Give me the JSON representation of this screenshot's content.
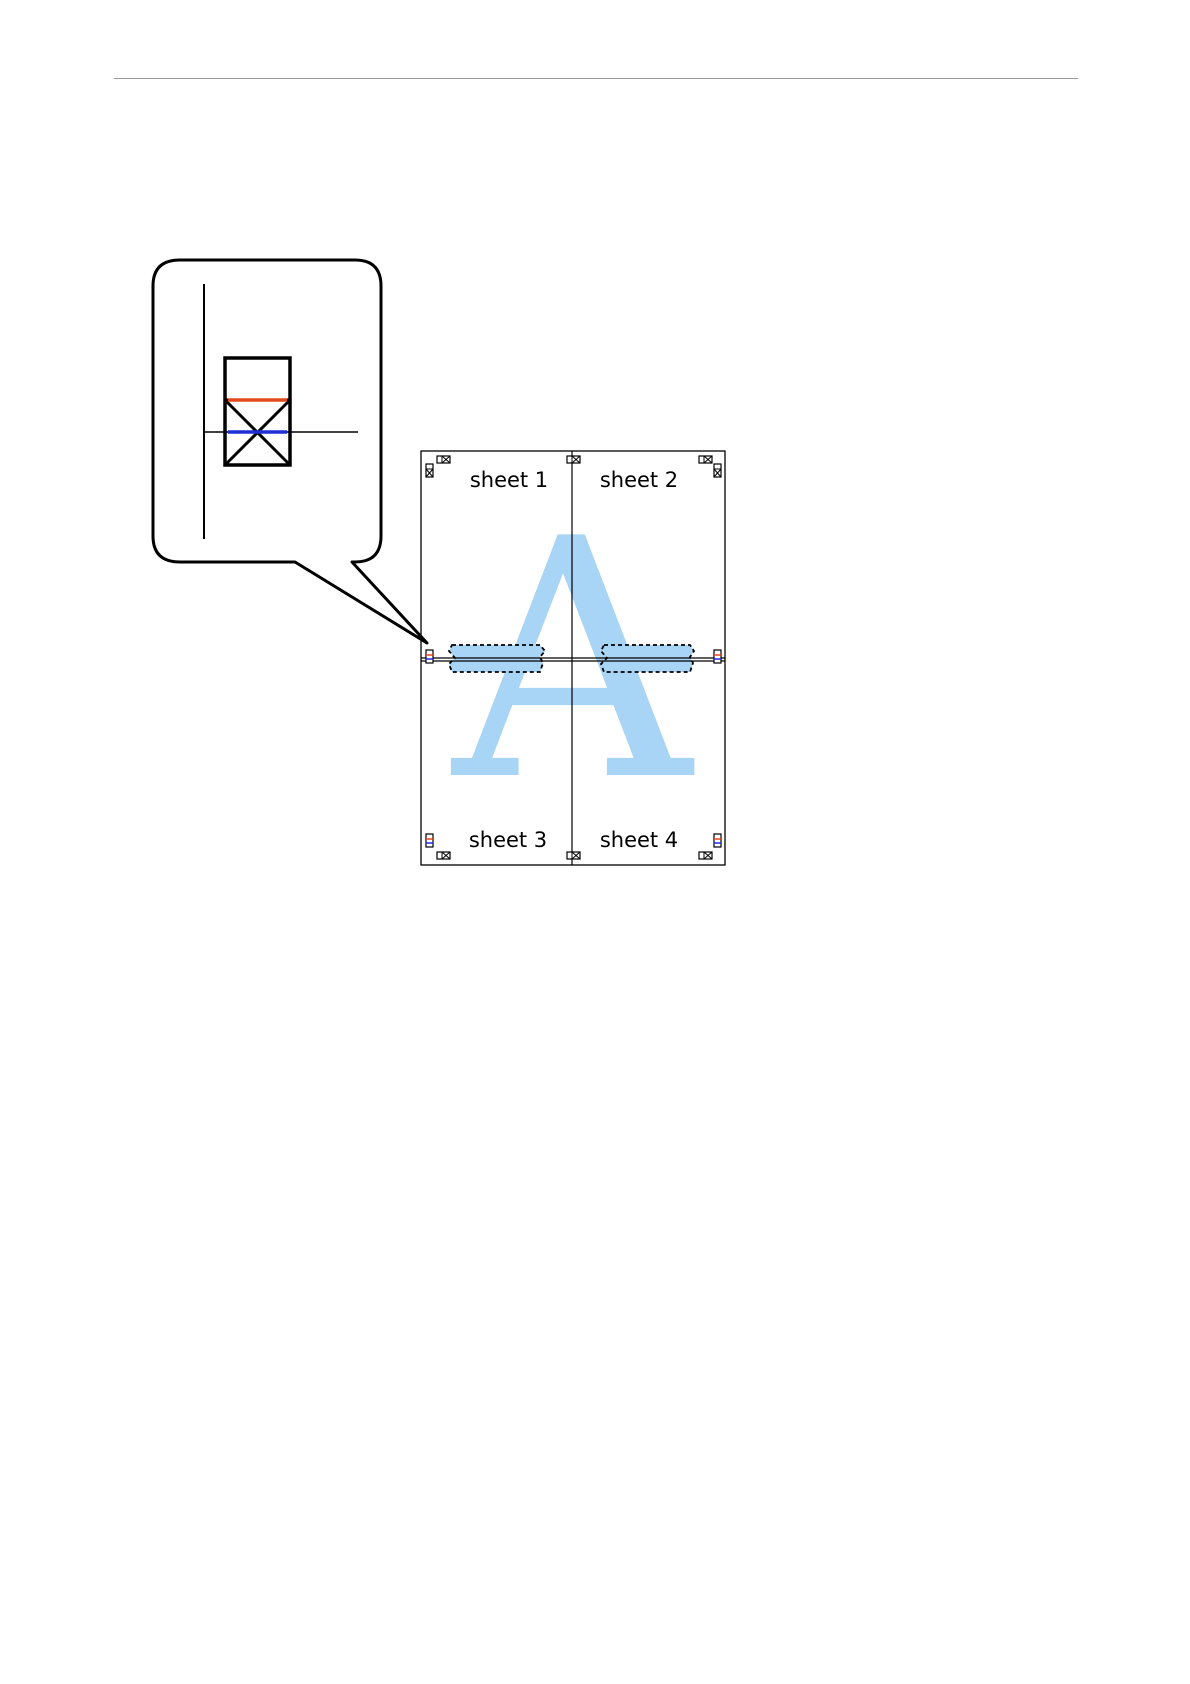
{
  "figure": {
    "sheets": [
      {
        "id": 1,
        "label": "sheet 1"
      },
      {
        "id": 2,
        "label": "sheet 2"
      },
      {
        "id": 3,
        "label": "sheet 3"
      },
      {
        "id": 4,
        "label": "sheet 4"
      }
    ],
    "watermark_letter": "A",
    "colors": {
      "watermark": "#a8d4f5",
      "outline": "#000000",
      "mark_red": "#e04a1c",
      "mark_blue": "#1f2fd6"
    }
  }
}
